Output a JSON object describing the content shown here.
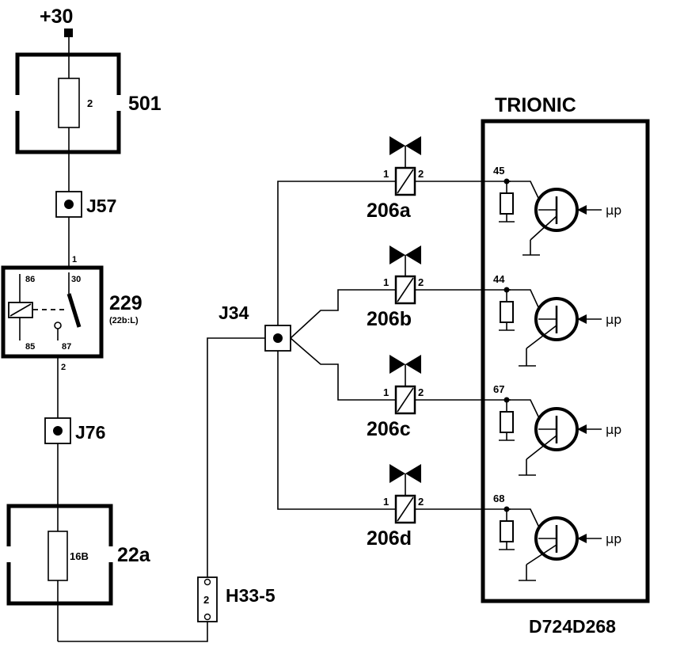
{
  "supply": "+30",
  "fuse_top": {
    "id": "501",
    "value": "2"
  },
  "fuse_bottom": {
    "id": "22a",
    "value": "16B"
  },
  "connectors": {
    "j57": "J57",
    "j76": "J76",
    "j34": "J34"
  },
  "relay": {
    "id": "229",
    "sub": "(22b:L)",
    "terminals": {
      "t86": "86",
      "t30": "30",
      "t85": "85",
      "t87": "87"
    },
    "wire_in": "1",
    "wire_out": "2"
  },
  "h33": {
    "id": "H33-5",
    "pin": "2"
  },
  "valves": [
    {
      "id": "206a",
      "pin1": "1",
      "pin2": "2"
    },
    {
      "id": "206b",
      "pin1": "1",
      "pin2": "2"
    },
    {
      "id": "206c",
      "pin1": "1",
      "pin2": "2"
    },
    {
      "id": "206d",
      "pin1": "1",
      "pin2": "2"
    }
  ],
  "ecu": {
    "title": "TRIONIC",
    "pins": [
      "45",
      "44",
      "67",
      "68"
    ],
    "input_label": "µp"
  },
  "diagram_code": "D724D268"
}
